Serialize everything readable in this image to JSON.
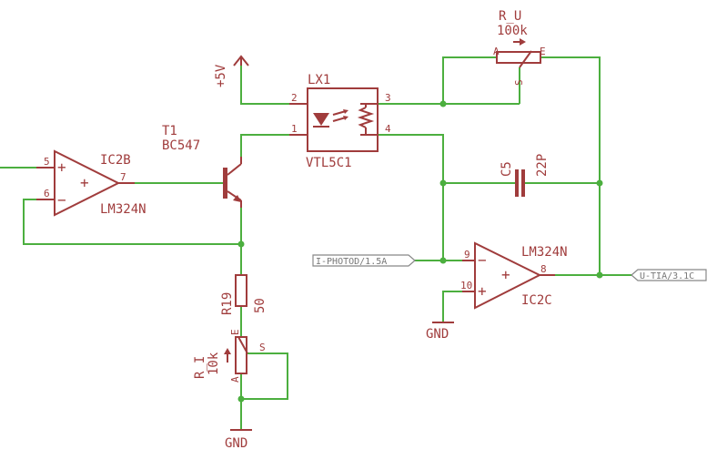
{
  "components": {
    "ic2b": {
      "name": "IC2B",
      "value": "LM324N",
      "pins": {
        "plus": "5",
        "minus": "6",
        "out": "7"
      },
      "plus_sign": "+",
      "minus_sign": "−",
      "center_sign": "+"
    },
    "ic2c": {
      "name": "IC2C",
      "value": "LM324N",
      "pins": {
        "minus": "9",
        "plus": "10",
        "out": "8"
      },
      "plus_sign": "+",
      "minus_sign": "−",
      "center_sign": "+"
    },
    "t1": {
      "name": "T1",
      "value": "BC547"
    },
    "lx1": {
      "name": "LX1",
      "value": "VTL5C1",
      "pins": {
        "p1": "1",
        "p2": "2",
        "p3": "3",
        "p4": "4"
      }
    },
    "c5": {
      "name": "C5",
      "value": "22P"
    },
    "r19": {
      "name": "R19",
      "value": "50"
    },
    "r_i": {
      "name": "R_I",
      "value": "10k",
      "pin_a": "A",
      "pin_e": "E",
      "pin_s": "S"
    },
    "r_u": {
      "name": "R_U",
      "value": "100k",
      "pin_a": "A",
      "pin_e": "E",
      "pin_s": "S"
    }
  },
  "supplies": {
    "vcc": "+5V",
    "gnd1": "GND",
    "gnd2": "GND"
  },
  "net_labels": {
    "input": "I-PHOTOD/1.5A",
    "output": "U-TIA/3.1C"
  },
  "colors": {
    "wire": "#4caf3f",
    "component": "#a03c3c",
    "net_label": "#777777"
  }
}
